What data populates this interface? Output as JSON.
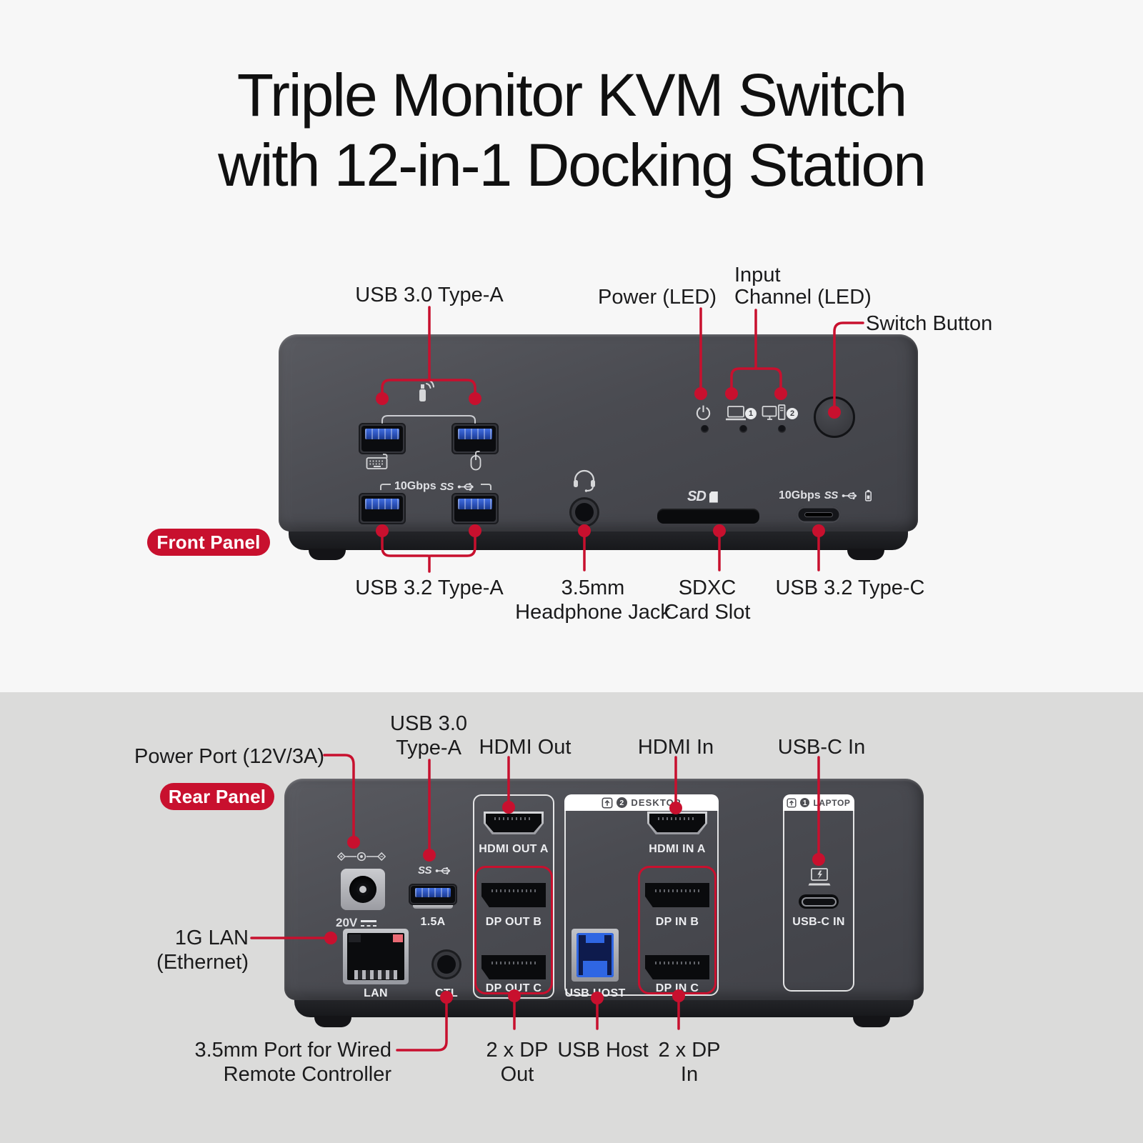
{
  "colors": {
    "accent_red": "#C8102E",
    "bg_top": "#F7F7F7",
    "bg_bottom": "#DBDBDA",
    "usb_blue": "#2E5BD0",
    "device_gray": "#4A4B51"
  },
  "title": {
    "line1": "Triple Monitor KVM Switch",
    "line2": "with 12-in-1 Docking Station"
  },
  "front": {
    "badge": "Front Panel",
    "callouts": {
      "usb30": "USB 3.0 Type-A",
      "power_led": "Power (LED)",
      "input_channel_line1": "Input",
      "input_channel_line2": "Channel (LED)",
      "switch_button": "Switch Button",
      "usb32_a": "USB 3.2 Type-A",
      "headphone_line1": "3.5mm",
      "headphone_line2": "Headphone Jack",
      "sd_line1": "SDXC",
      "sd_line2": "Card Slot",
      "usb32_c": "USB 3.2 Type-C"
    },
    "device_text": {
      "speed10": "10Gbps",
      "ss": "SS",
      "sd_logo": "SD",
      "num1": "1",
      "num2": "2"
    }
  },
  "rear": {
    "badge": "Rear Panel",
    "callouts": {
      "power_port": "Power Port (12V/3A)",
      "usb30_line1": "USB 3.0",
      "usb30_line2": "Type-A",
      "hdmi_out": "HDMI Out",
      "hdmi_in": "HDMI In",
      "usbc_in": "USB-C In",
      "lan_line1": "1G LAN",
      "lan_line2": "(Ethernet)",
      "ctl_line1": "3.5mm Port for Wired",
      "ctl_line2": "Remote Controller",
      "dp_out_line1": "2 x DP",
      "dp_out_line2": "Out",
      "usb_host": "USB Host",
      "dp_in_line1": "2 x DP",
      "dp_in_line2": "In"
    },
    "device_text": {
      "volt": "20V",
      "amp": "1.5A",
      "lan": "LAN",
      "ctl": "CTL",
      "ss": "SS",
      "hdmi_out_a": "HDMI OUT A",
      "dp_out_b": "DP OUT B",
      "dp_out_c": "DP OUT C",
      "usb_host": "USB HOST",
      "hdmi_in_a": "HDMI IN A",
      "dp_in_b": "DP IN B",
      "dp_in_c": "DP IN C",
      "usb_c_in": "USB-C IN",
      "desktop_header": "DESKTOP",
      "laptop_header": "LAPTOP",
      "num1": "1",
      "num2": "2"
    }
  }
}
